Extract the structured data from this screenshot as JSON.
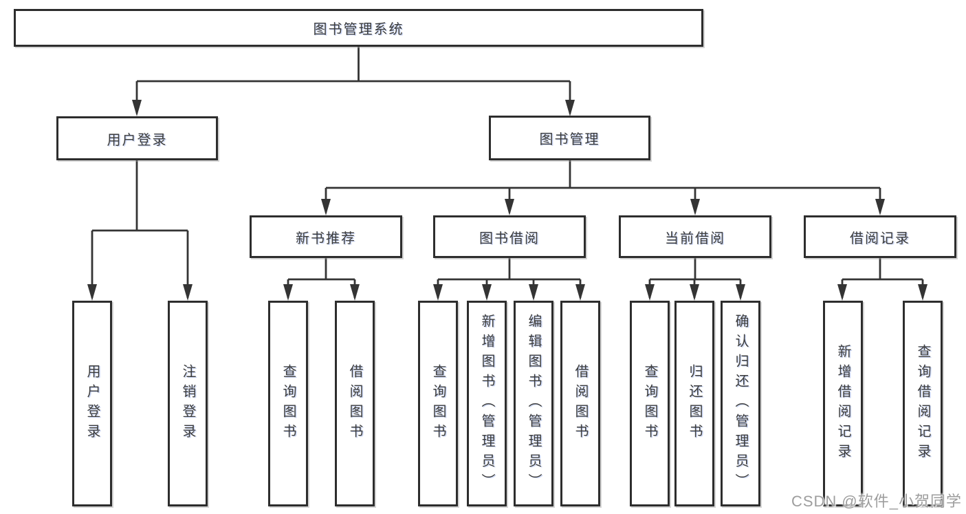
{
  "diagram": {
    "root": {
      "label": "图书管理系统"
    },
    "user_login": {
      "label": "用户登录",
      "children": [
        {
          "label": "用户登录"
        },
        {
          "label": "注销登录"
        }
      ]
    },
    "book_mgmt": {
      "label": "图书管理",
      "sections": [
        {
          "label": "新书推荐",
          "children": [
            {
              "label": "查询图书"
            },
            {
              "label": "借阅图书"
            }
          ]
        },
        {
          "label": "图书借阅",
          "children": [
            {
              "label": "查询图书"
            },
            {
              "label": "新增图书（管理员）"
            },
            {
              "label": "编辑图书（管理员）"
            },
            {
              "label": "借阅图书"
            }
          ]
        },
        {
          "label": "当前借阅",
          "children": [
            {
              "label": "查询图书"
            },
            {
              "label": "归还图书"
            },
            {
              "label": "确认归还（管理员）"
            }
          ]
        },
        {
          "label": "借阅记录",
          "children": [
            {
              "label": "新增借阅记录"
            },
            {
              "label": "查询借阅记录"
            }
          ]
        }
      ]
    }
  },
  "watermark": {
    "text": "CSDN @软件_小贺同学"
  },
  "colors": {
    "line": "#343434",
    "box_border": "#2d2d2d",
    "text": "#3c3c3c",
    "background": "#ffffff",
    "watermark": "#9d9d9d"
  }
}
